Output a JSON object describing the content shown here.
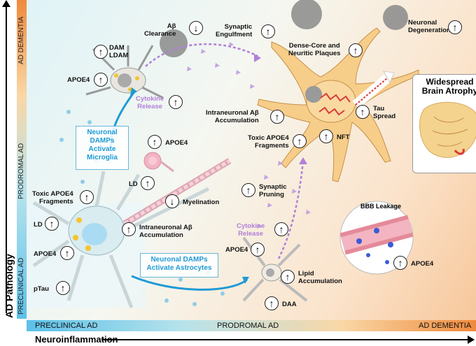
{
  "axes": {
    "y_label": "AD Pathology",
    "x_label": "Neuroinflammation",
    "y_stages": [
      "PRECLINICAL AD",
      "PRODROMAL AD",
      "AD DEMENTIA"
    ],
    "x_stages": [
      "PRECLINICAL AD",
      "PRODROMAL AD",
      "AD DEMENTIA"
    ]
  },
  "labels": {
    "abeta_clearance": "Aβ\nClearance",
    "dam_ldam": "DAM\nLDAM",
    "apoe4_microglia": "APOE4",
    "synaptic_engulfment": "Synaptic\nEngulfment",
    "dense_core_plaques": "Dense-Core and\nNeuritic Plaques",
    "neuronal_degeneration": "Neuronal\nDegeneration",
    "cytokine_release_top": "Cytokine\nRelease",
    "intraneuronal_abeta_top": "Intraneuronal Aβ\nAccumulation",
    "tau_spread": "Tau\nSpread",
    "toxic_apoe4_top": "Toxic APOE4\nFragments",
    "nft": "NFT",
    "widespread_atrophy": "Widespread\nBrain Atrophy",
    "neuronal_damps_microglia": "Neuronal\nDAMPs\nActivate\nMicroglia",
    "apoe4_oligo": "APOE4",
    "ld_oligo": "LD",
    "myelination": "Myelination",
    "toxic_apoe4_left": "Toxic APOE4\nFragments",
    "synaptic_pruning": "Synaptic\nPruning",
    "ld_left": "LD",
    "intraneuronal_abeta_left": "Intraneuronal Aβ\nAccumulation",
    "cytokine_release_mid": "Cytokine\nRelease",
    "bbb_leakage": "BBB Leakage",
    "apoe4_bbb": "APOE4",
    "apoe4_left": "APOE4",
    "neuronal_damps_astro": "Neuronal DAMPs\nActivate Astrocytes",
    "apoe4_astro": "APOE4",
    "lipid_accumulation": "Lipid\nAccumulation",
    "ptau": "pTau",
    "daa": "DAA"
  },
  "arrows": {
    "up": "↑",
    "down": "↓"
  },
  "colors": {
    "microglia_blue": "#1f9ad6",
    "cytokine_purple": "#b07fd8",
    "plaque_gray": "#8a8a8a",
    "neuron_orange": "#f5c77e",
    "vessel_pink": "#e48a9a",
    "nucleus_blue": "#a9dcf2"
  }
}
